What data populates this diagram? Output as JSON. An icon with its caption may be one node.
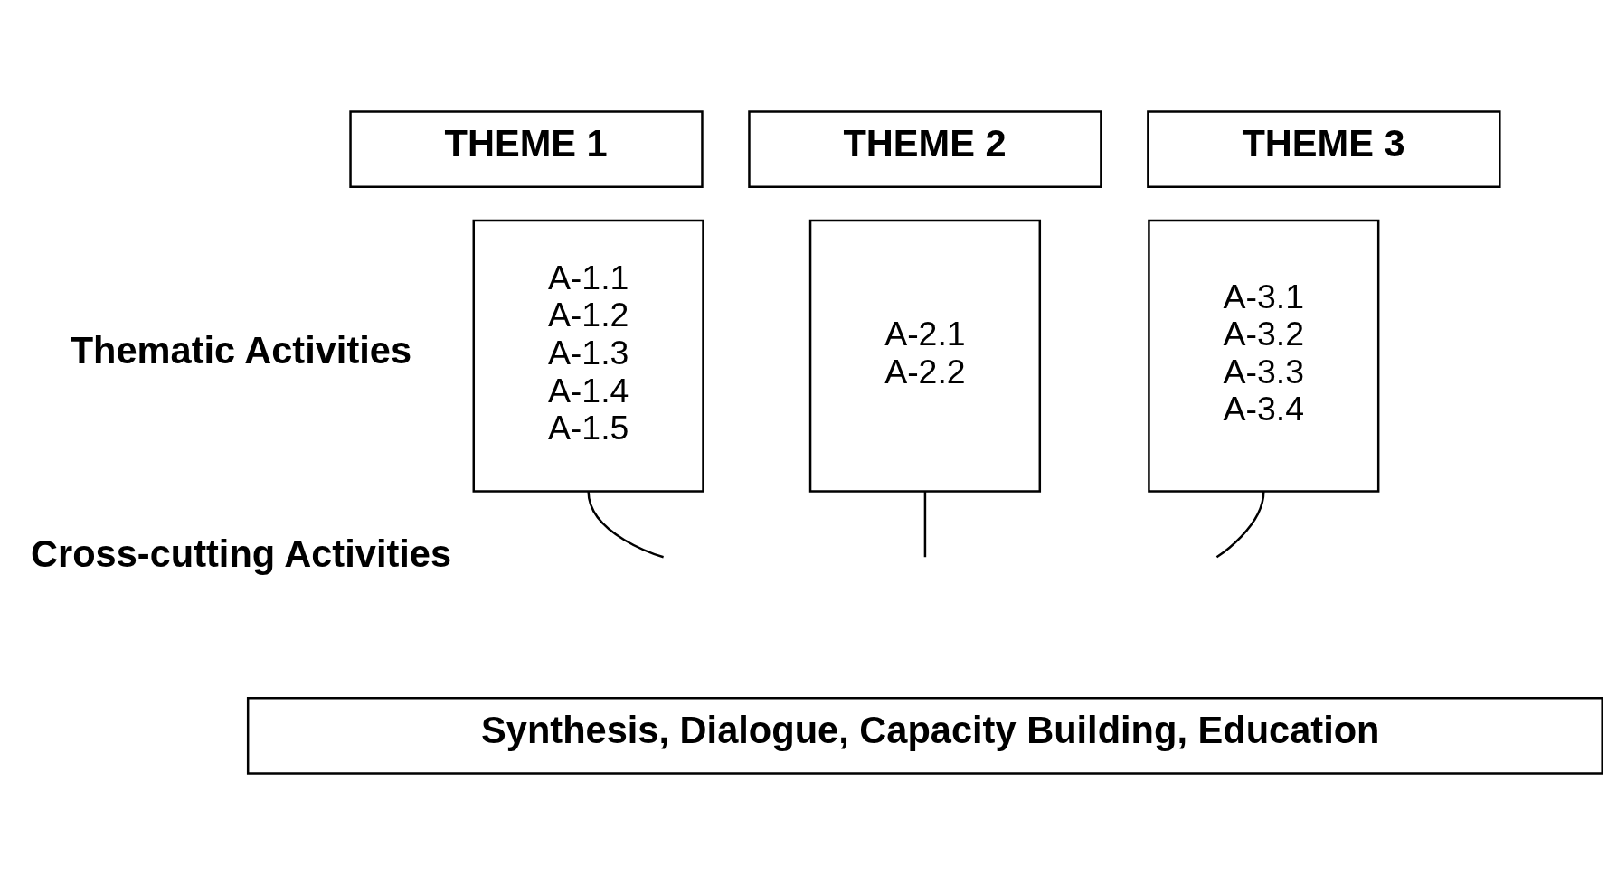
{
  "diagram": {
    "nodes": [
      {
        "text": [
          "THEME 1"
        ]
      },
      {
        "text": [
          "A-1.1",
          "A-1.2",
          "A-1.3",
          "A-1.4",
          "A-1.5"
        ]
      },
      {
        "text": [
          "THEME 2"
        ]
      },
      {
        "text": [
          "A-2.1",
          "A-2.2"
        ]
      },
      {
        "text": [
          "THEME 3"
        ]
      },
      {
        "text": [
          "A-3.1",
          "A-3.2",
          "A-3.3",
          "A-3.4"
        ]
      },
      {
        "text": [
          "Synthesis, Dialogue, Capacity Building, Education"
        ]
      }
    ],
    "edges": [
      {
        "from": 1,
        "to": null,
        "arrow": "none"
      },
      {
        "from": 3,
        "to": null,
        "arrow": "none"
      },
      {
        "from": 5,
        "to": null,
        "arrow": "none"
      }
    ],
    "labels": [
      "Thematic Activities",
      "Cross-cutting Activities"
    ]
  }
}
